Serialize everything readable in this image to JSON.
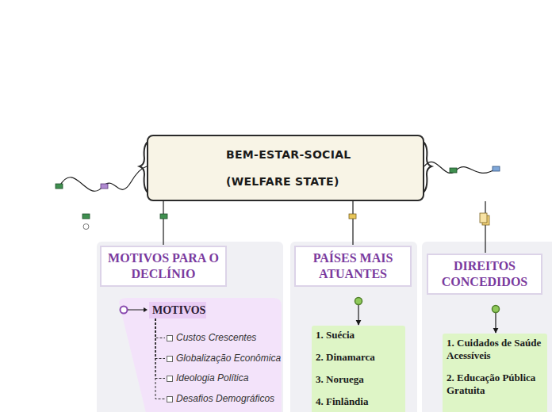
{
  "diagram": {
    "nodes": [
      {
        "text": [
          "BEM-ESTAR-SOCIAL (WELFARE STATE)"
        ]
      },
      {
        "text": [
          "MOTIVOS PARA O DECLÍNIO"
        ]
      },
      {
        "text": [
          "MOTIVOS"
        ]
      },
      {
        "text": [
          "Custos Crescentes"
        ]
      },
      {
        "text": [
          "Globalização Econômica"
        ]
      },
      {
        "text": [
          "Ideologia Política"
        ]
      },
      {
        "text": [
          "Desafios Demográficos"
        ]
      },
      {
        "text": [
          "PAÍSES MAIS ATUANTES"
        ]
      },
      {
        "text": [
          "1. Suécia",
          "2. Dinamarca",
          "3. Noruega",
          "4. Finlândia"
        ]
      },
      {
        "text": [
          "DIREITOS CONCEDIDOS"
        ]
      },
      {
        "text": [
          "1. Cuidados de Saúde Acessíveis",
          "2. Educação Pública Gratuita"
        ]
      }
    ],
    "edges": [
      {
        "from": 0,
        "to": 1,
        "arrow": "none"
      },
      {
        "from": 0,
        "to": 7,
        "arrow": "none"
      },
      {
        "from": 0,
        "to": 9,
        "arrow": "none"
      },
      {
        "from": 7,
        "to": 8,
        "arrow": "to"
      },
      {
        "from": 9,
        "to": 10,
        "arrow": "to"
      },
      {
        "from": 2,
        "to": 3,
        "arrow": "none"
      },
      {
        "from": 2,
        "to": 4,
        "arrow": "none"
      },
      {
        "from": 2,
        "to": 5,
        "arrow": "none"
      },
      {
        "from": 2,
        "to": 6,
        "arrow": "none"
      }
    ]
  }
}
